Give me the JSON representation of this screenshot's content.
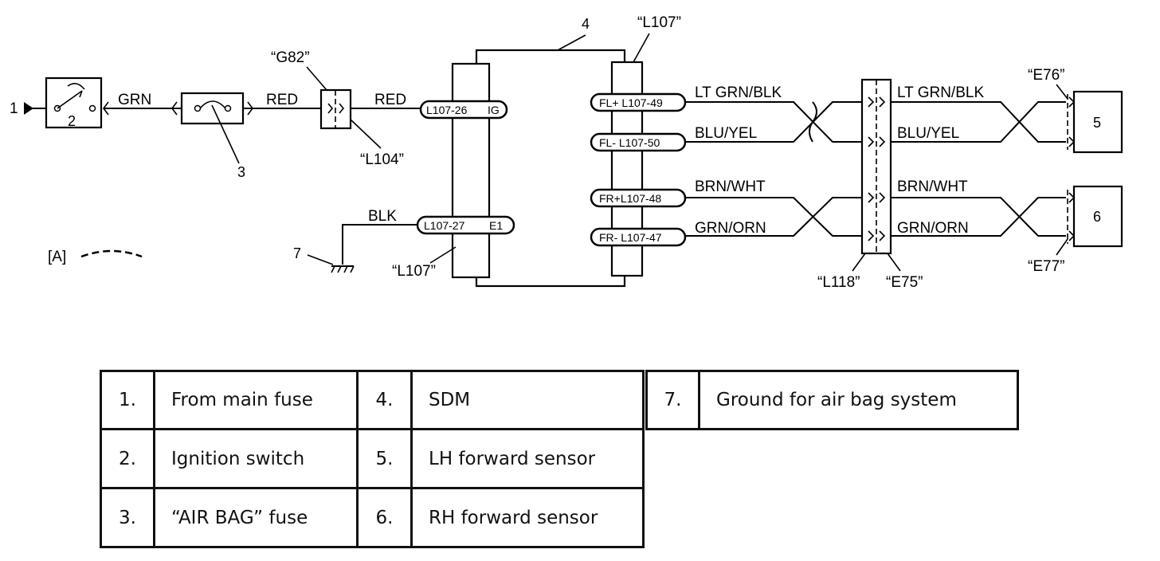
{
  "diagram": {
    "callouts": {
      "c1": "1",
      "c2": "2",
      "c3": "3",
      "c4": "4",
      "c5": "5",
      "c6": "6",
      "c7": "7",
      "view_a": "[A]"
    },
    "connectors": {
      "g82": "“G82”",
      "l104": "“L104”",
      "l107_top": "“L107”",
      "l107_bottom": "“L107”",
      "l118": "“L118”",
      "e75": "“E75”",
      "e76": "“E76”",
      "e77": "“E77”"
    },
    "wires": {
      "grn": "GRN",
      "red_1": "RED",
      "red_2": "RED",
      "blk": "BLK",
      "lt_grn_blk_1": "LT GRN/BLK",
      "blu_yel_1": "BLU/YEL",
      "brn_wht_1": "BRN/WHT",
      "grn_orn_1": "GRN/ORN",
      "lt_grn_blk_2": "LT GRN/BLK",
      "blu_yel_2": "BLU/YEL",
      "brn_wht_2": "BRN/WHT",
      "grn_orn_2": "GRN/ORN"
    },
    "pins": {
      "ig_pin": "L107-26",
      "ig_name": "IG",
      "e1_pin": "L107-27",
      "e1_name": "E1",
      "fl_plus": "FL+ L107-49",
      "fl_minus": "FL-  L107-50",
      "fr_plus": "FR+L107-48",
      "fr_minus": "FR- L107-47"
    }
  },
  "legend": {
    "rows": [
      [
        {
          "num": "1.",
          "text": "From main fuse"
        },
        {
          "num": "4.",
          "text": "SDM"
        },
        {
          "num": "7.",
          "text": "Ground for air bag system"
        }
      ],
      [
        {
          "num": "2.",
          "text": "Ignition switch"
        },
        {
          "num": "5.",
          "text": "LH forward sensor"
        }
      ],
      [
        {
          "num": "3.",
          "text": "“AIR BAG” fuse"
        },
        {
          "num": "6.",
          "text": "RH forward sensor"
        }
      ]
    ]
  }
}
